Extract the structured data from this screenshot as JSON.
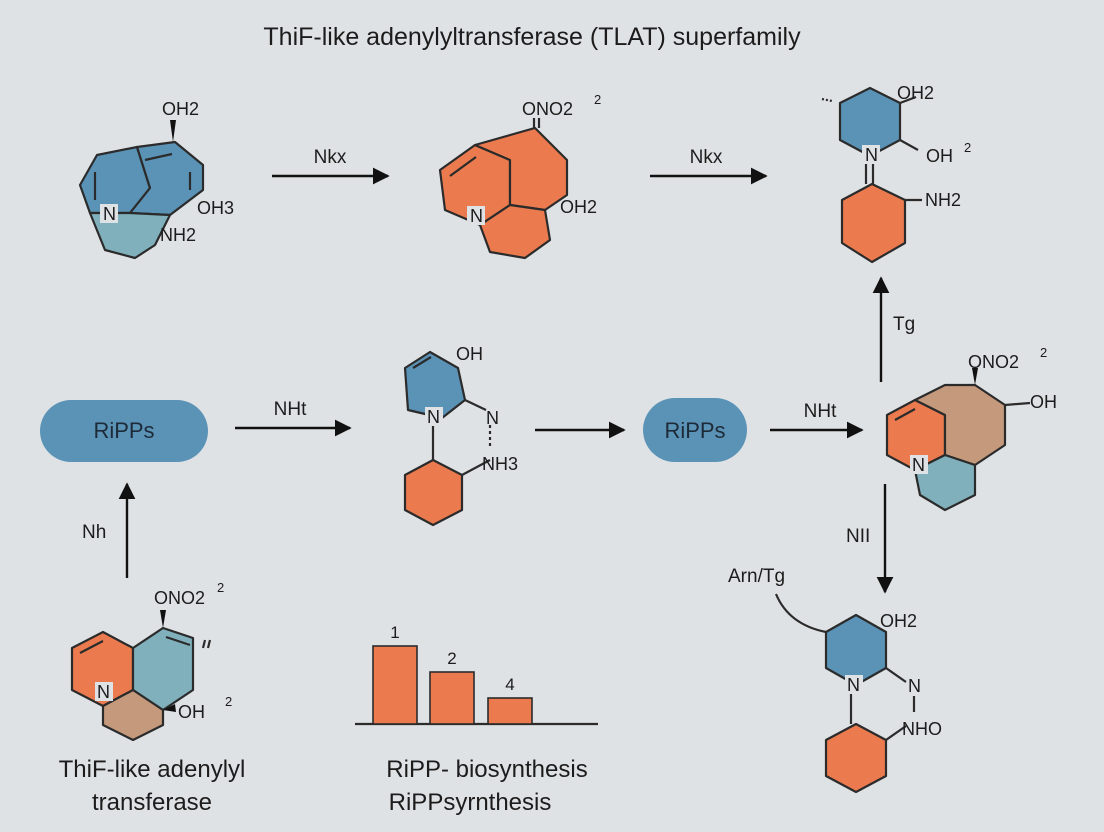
{
  "title": "ThiF-like adenylyltransferase (TLAT) superfamily",
  "colors": {
    "background": "#dfe2e4",
    "blue": "#5b93b7",
    "orange": "#eb7b4e",
    "teal": "#7fb0bb",
    "tan": "#c59a7c",
    "pill": "#5b93b7"
  },
  "arrow_labels": {
    "top_left": "Nkx",
    "top_right": "Nkx",
    "mid_left": "NHt",
    "mid_right": "NHt",
    "right_up": "Tg",
    "right_down": "NII",
    "left_up": "Nh",
    "curve": "Arn/Tg"
  },
  "pills": {
    "left": "RiPPs",
    "right": "RiPPs"
  },
  "mol1": {
    "a": "OH2",
    "b": "OH3",
    "c": "NH2",
    "n": "N"
  },
  "mol2": {
    "a": "ONO2",
    "a_sup": "2",
    "b": "OH2",
    "n": "N"
  },
  "mol3": {
    "a": "OH2",
    "b": "OH",
    "b_sup": "2",
    "c": "NH2",
    "n": "N"
  },
  "mol4": {
    "a": "OH",
    "b": "N",
    "c": "NH3",
    "n": "N"
  },
  "mol5": {
    "a": "ONO2",
    "a_sup": "2",
    "b": "OH",
    "n": "N"
  },
  "mol6": {
    "a": "OH2",
    "n1": "N",
    "n2": "N",
    "c": "NHO"
  },
  "mol7": {
    "a": "ONO2",
    "a_sup": "2",
    "b": "OH",
    "b_sup": "2",
    "n": "N"
  },
  "bottom_left_caption": [
    "ThiF-like adenylyl",
    "transferase"
  ],
  "bottom_mid_caption": [
    "RiPP- biosynthesis",
    "RiPPsyrnthesis"
  ],
  "bar_chart": {
    "values": [
      3,
      2,
      1
    ],
    "labels": [
      "1",
      "2",
      "4"
    ]
  }
}
